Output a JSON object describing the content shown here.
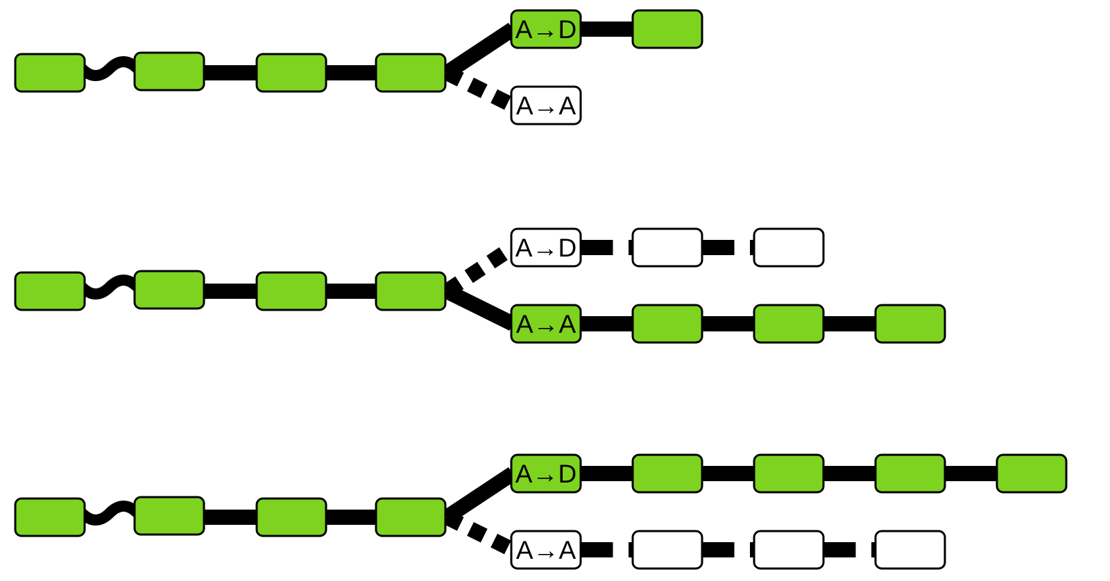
{
  "colors": {
    "active_fill": "#7ED321",
    "inactive_fill": "#FFFFFF",
    "stroke": "#000000",
    "background": "#FFFFFF"
  },
  "legend_semantics": {
    "active": "green block",
    "inactive": "white block",
    "solid_link": "active connection",
    "dashed_link": "inactive connection",
    "wavy_link": "first-link (squiggle)"
  },
  "scenarios": [
    {
      "id": "scenario-1",
      "trunk": {
        "blocks": 4,
        "state": "active",
        "first_link": "wavy"
      },
      "branches": [
        {
          "label": "A→D",
          "branch_link": "solid",
          "state": "active",
          "extra_blocks": 1,
          "chain_link": "solid"
        },
        {
          "label": "A→A",
          "branch_link": "dashed",
          "state": "inactive",
          "extra_blocks": 0,
          "chain_link": "none"
        }
      ]
    },
    {
      "id": "scenario-2",
      "trunk": {
        "blocks": 4,
        "state": "active",
        "first_link": "wavy"
      },
      "branches": [
        {
          "label": "A→D",
          "branch_link": "dashed",
          "state": "inactive",
          "extra_blocks": 2,
          "chain_link": "broken"
        },
        {
          "label": "A→A",
          "branch_link": "solid",
          "state": "active",
          "extra_blocks": 3,
          "chain_link": "solid"
        }
      ]
    },
    {
      "id": "scenario-3",
      "trunk": {
        "blocks": 4,
        "state": "active",
        "first_link": "wavy"
      },
      "branches": [
        {
          "label": "A→D",
          "branch_link": "solid",
          "state": "active",
          "extra_blocks": 4,
          "chain_link": "solid"
        },
        {
          "label": "A→A",
          "branch_link": "dashed",
          "state": "inactive",
          "extra_blocks": 3,
          "chain_link": "broken"
        }
      ]
    }
  ]
}
